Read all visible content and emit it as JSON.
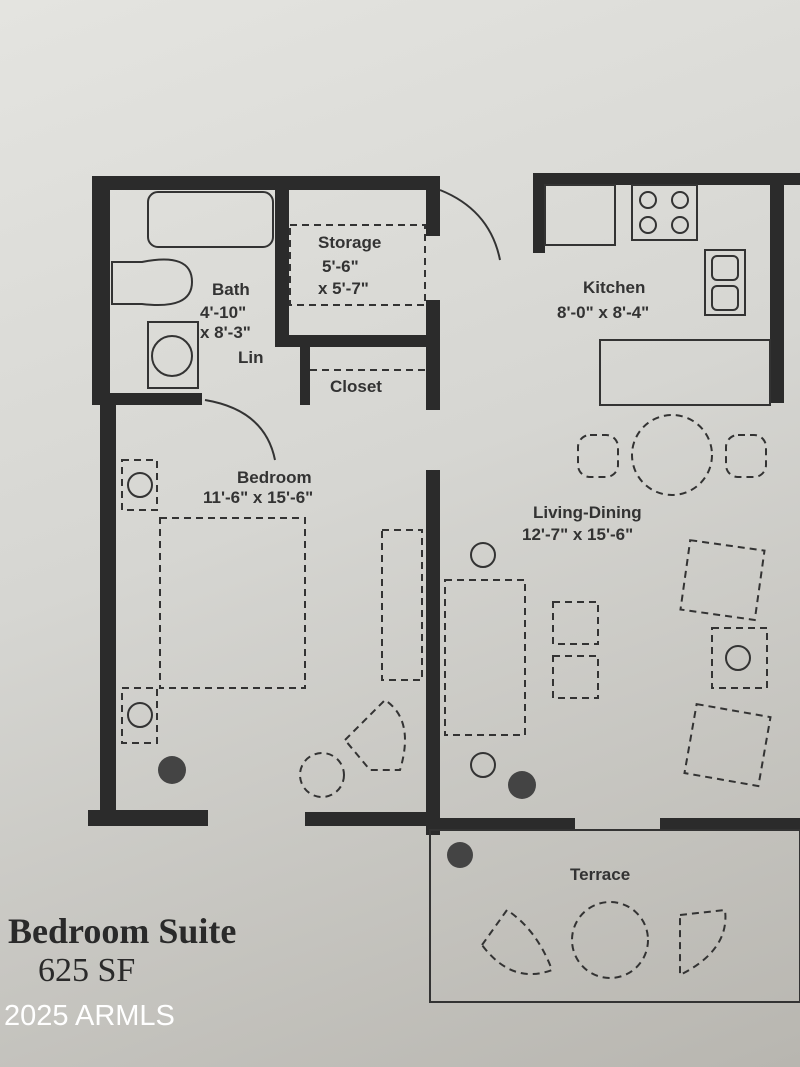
{
  "plan": {
    "rooms": {
      "storage": {
        "name": "Storage",
        "dim1": "5'-6\"",
        "dim2": "x 5'-7\""
      },
      "bath": {
        "name": "Bath",
        "dim1": "4'-10\"",
        "dim2": "x 8'-3\""
      },
      "linen": {
        "name": "Lin"
      },
      "closet": {
        "name": "Closet"
      },
      "kitchen": {
        "name": "Kitchen",
        "dims": "8'-0\" x 8'-4\""
      },
      "bedroom": {
        "name": "Bedroom",
        "dims": "11'-6\" x 15'-6\""
      },
      "living": {
        "name": "Living-Dining",
        "dims": "12'-7\" x 15'-6\""
      },
      "terrace": {
        "name": "Terrace"
      }
    },
    "title": "Bedroom Suite",
    "area": "625 SF"
  },
  "watermark": "2025 ARMLS",
  "colors": {
    "wall": "#2b2b2b",
    "paper": "#dcdcd8"
  }
}
